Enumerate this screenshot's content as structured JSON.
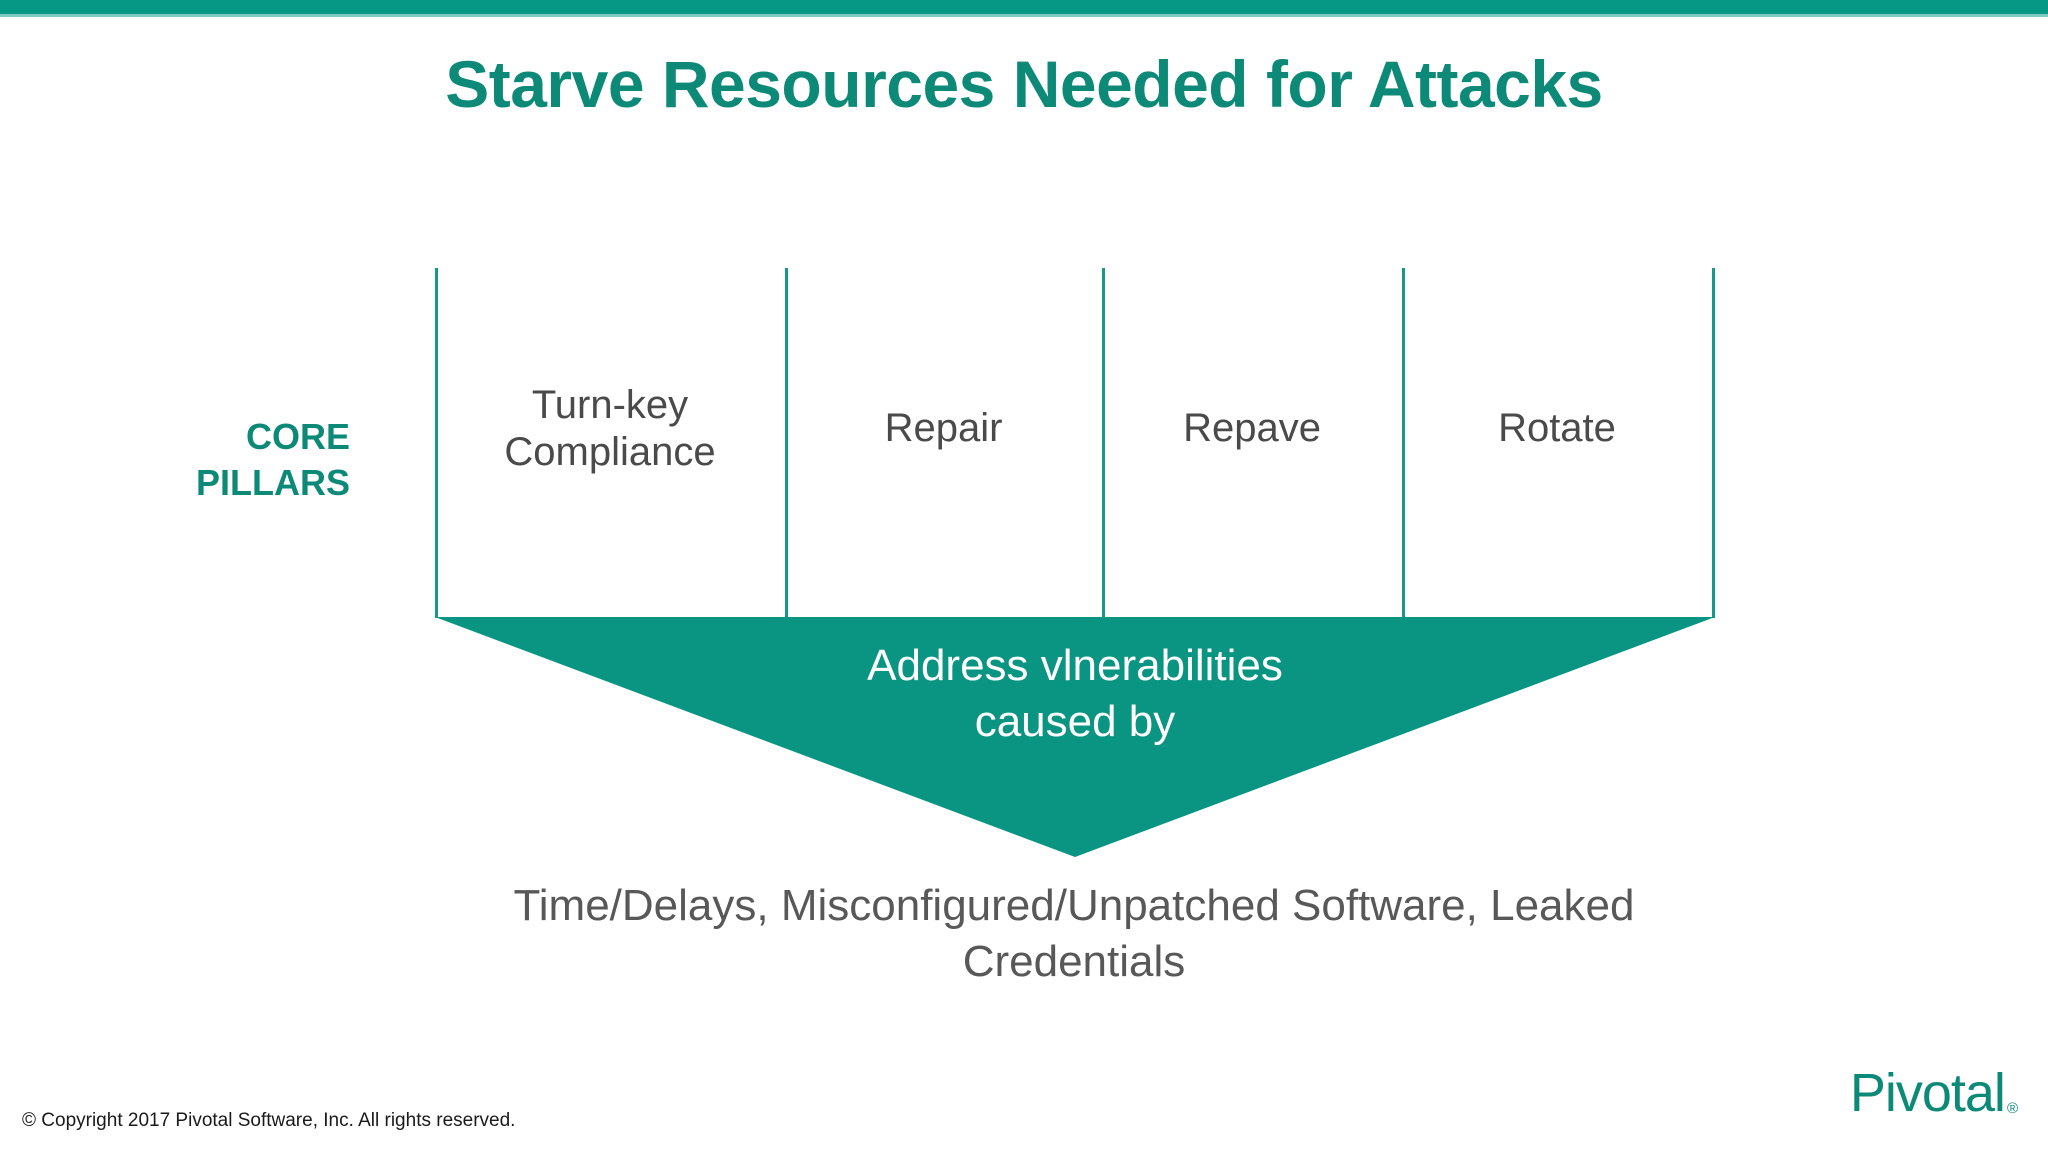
{
  "brand": {
    "accent_color": "#069785",
    "chevron_color": "#0a9582",
    "title_color": "#0d8a77",
    "body_text_color": "#4a4a4a",
    "logo_wordmark": "Pivotal",
    "logo_registered_mark": "®"
  },
  "title": "Starve Resources Needed for Attacks",
  "core_pillars_label": {
    "line1": "CORE",
    "line2": "PILLARS"
  },
  "pillars": [
    {
      "label_line1": "Turn-key",
      "label_line2": "Compliance"
    },
    {
      "label_line1": "Repair",
      "label_line2": ""
    },
    {
      "label_line1": "Repave",
      "label_line2": ""
    },
    {
      "label_line1": "Rotate",
      "label_line2": ""
    }
  ],
  "chevron": {
    "line1": "Address vlnerabilities",
    "line2": "caused by"
  },
  "causes": {
    "line1": "Time/Delays, Misconfigured/Unpatched Software, Leaked",
    "line2": "Credentials"
  },
  "footer": {
    "copyright": "© Copyright 2017 Pivotal Software, Inc. All rights reserved."
  }
}
